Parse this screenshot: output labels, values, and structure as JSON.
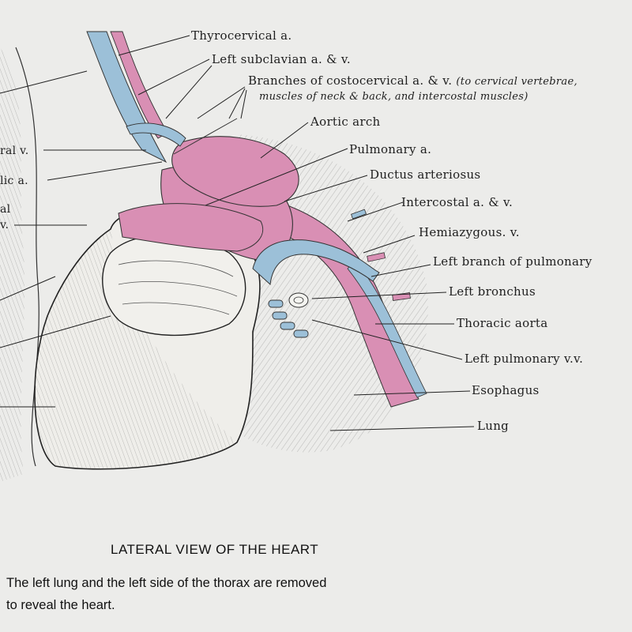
{
  "labels": {
    "thyrocervical": "Thyrocervical a.",
    "left_subclavian": "Left subclavian a. & v.",
    "costocervical_1": "Branches of costocervical a. & v.",
    "costocervical_1b": "(to cervical vertebrae,",
    "costocervical_2": "muscles of neck & back, and intercostal muscles)",
    "aortic_arch": "Aortic arch",
    "pulmonary_a": "Pulmonary a.",
    "ductus": "Ductus arteriosus",
    "intercostal": "Intercostal a. & v.",
    "hemiazygous": "Hemiazygous. v.",
    "left_branch_pulmonary": "Left branch of pulmonary",
    "left_bronchus": "Left bronchus",
    "thoracic_aorta": "Thoracic aorta",
    "left_pulmonary_vv": "Left pulmonary v.v.",
    "esophagus": "Esophagus",
    "lung": "Lung"
  },
  "cut_labels": {
    "c1": "ral v.",
    "c2": "lic a.",
    "c3": "al",
    "c4": "v."
  },
  "caption": {
    "title": "LATERAL VIEW OF THE HEART",
    "line1": "The left lung and the left side of the thorax are removed",
    "line2": "to reveal the heart."
  },
  "colors": {
    "artery": "#d98fb4",
    "vein": "#9cc0d8",
    "paper": "#ececea",
    "ink": "#1e1e1e"
  }
}
